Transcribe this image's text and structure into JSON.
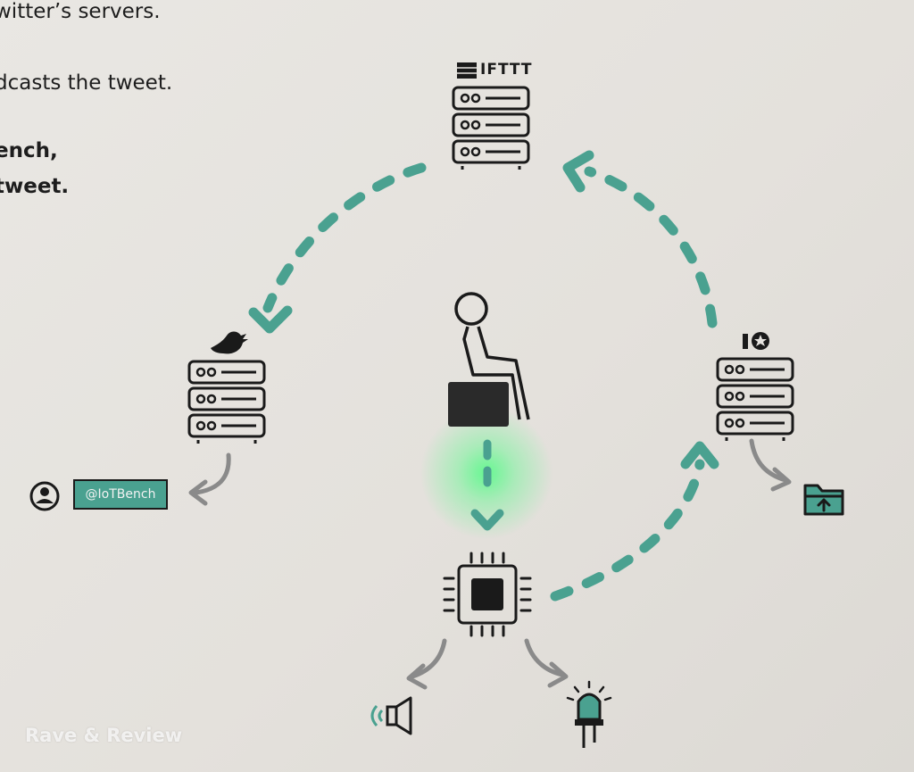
{
  "text_lines": {
    "line1": "witter’s servers.",
    "line2": "dcasts the tweet.",
    "line3": "ench,",
    "line4": "tweet."
  },
  "nodes": {
    "ifttt_label": "IFTTT",
    "user_handle": "@IoTBench"
  },
  "watermark": "Rave & Review",
  "colors": {
    "background": "#e6e3df",
    "accent_teal": "#4aa190",
    "arrow_gray": "#8a8a8a",
    "ink": "#1a1a1a",
    "led_glow": "#3cff78"
  }
}
